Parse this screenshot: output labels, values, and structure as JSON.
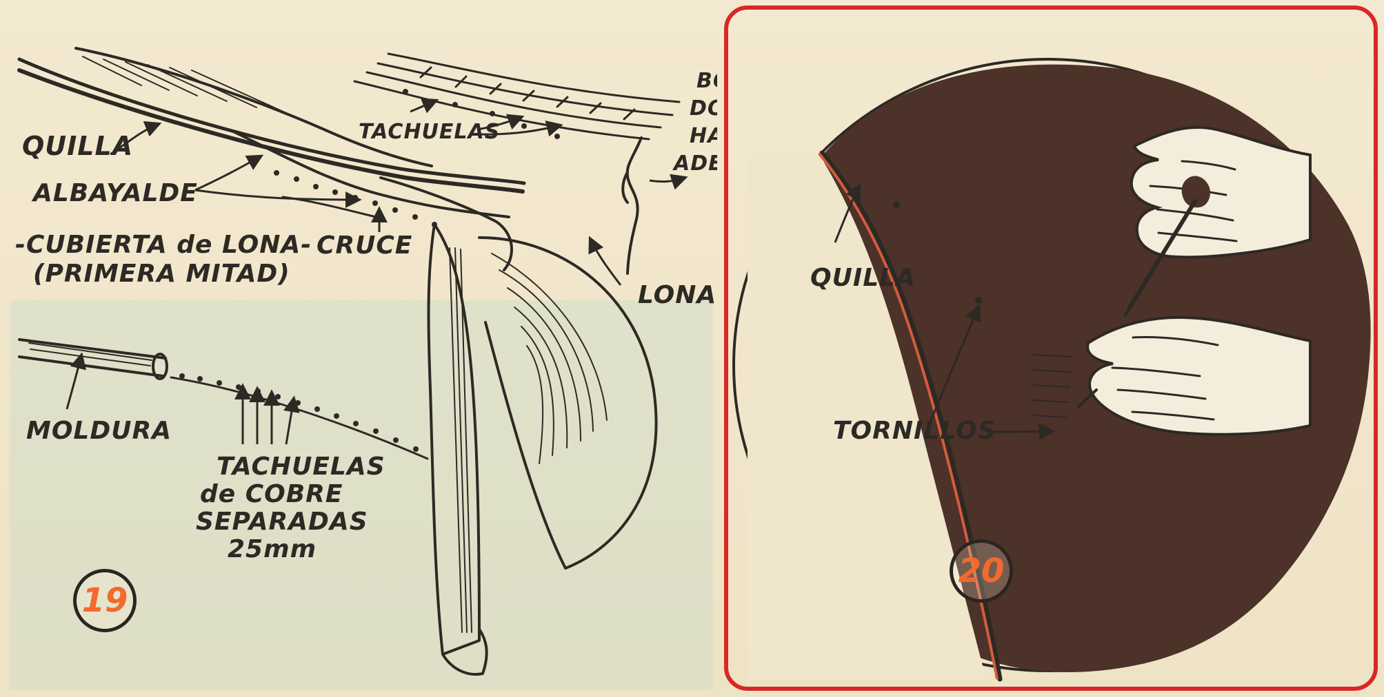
{
  "left_panel": {
    "labels": {
      "quilla": "QUILLA",
      "albayalde": "ALBAYALDE",
      "cubierta": "-CUBIERTA de LONA-",
      "primera_mitad": "(PRIMERA MITAD)",
      "cruce": "CRUCE",
      "tachuelas_top": "TACHUELAS",
      "borde_line1": "BORDE",
      "borde_line2": "DOBLADO",
      "borde_line3": "HACIA",
      "borde_line4": "ADENTRO",
      "lona": "LONA",
      "moldura": "MOLDURA",
      "tachuelas_bottom_line1": "TACHUELAS",
      "tachuelas_bottom_line2": "de COBRE",
      "tachuelas_bottom_line3": "SEPARADAS",
      "tachuelas_bottom_line4": "25mm"
    },
    "figure_number": "19"
  },
  "right_panel": {
    "labels": {
      "quilla": "QUILLA",
      "tornillos": "TORNILLOS"
    },
    "figure_number": "20"
  },
  "colors": {
    "paper": "#f1e7cc",
    "ink": "#2d2924",
    "accent_red": "#d92727",
    "accent_orange": "#f36a2c",
    "dark_brown": "#4c3229"
  }
}
